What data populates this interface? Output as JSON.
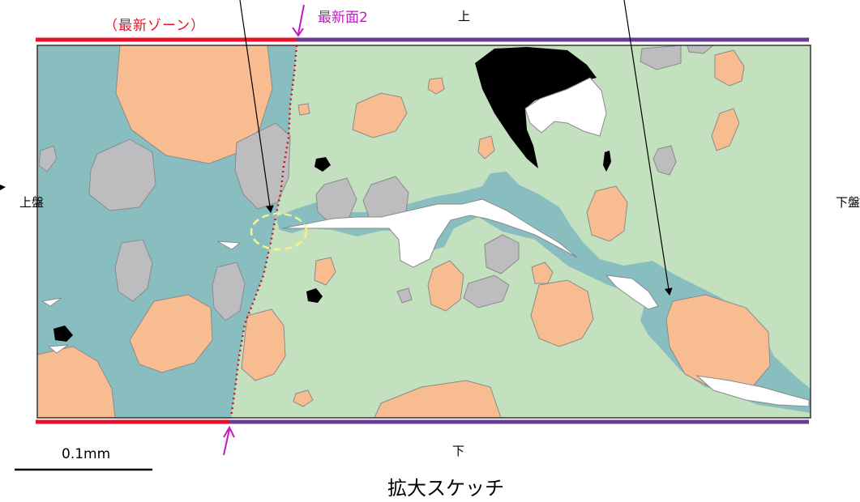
{
  "labels": {
    "latest_zone": "（最新ゾーン）",
    "latest_plane": "最新面2",
    "top": "上",
    "bottom": "下",
    "left_side": "上盤",
    "right_side": "下盤",
    "scale": "0.1mm",
    "caption": "拡大スケッチ"
  },
  "colors": {
    "latest_zone_fill": "#89bec0",
    "matrix_fill": "#c3e1bf",
    "grain_orange": "#f8bc91",
    "grain_gray": "#bdbdbf",
    "dark_mineral": "#000000",
    "void": "#ffffff",
    "latest_zone_line": "#e8112a",
    "plane_line": "#6a3c99",
    "boundary_dotted": "#c0161f",
    "arrow_magenta": "#c21bc2",
    "highlight_circle": "#f4f28c"
  }
}
